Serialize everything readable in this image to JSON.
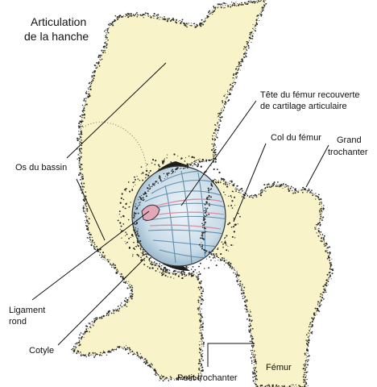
{
  "title": {
    "line1": "Articulation",
    "line2": "de la hanche"
  },
  "labels": {
    "tete_femur_line1": "Tête du fémur recouverte",
    "tete_femur_line2": "de cartilage articulaire",
    "col_femur": "Col du fémur",
    "grand_trochanter_line1": "Grand",
    "grand_trochanter_line2": "trochanter",
    "os_bassin": "Os du bassin",
    "ligament_rond_line1": "Ligament",
    "ligament_rond_line2": "rond",
    "cotyle": "Cotyle",
    "petit_trochanter": "Petit trochanter",
    "femur": "Fémur"
  },
  "colors": {
    "bone": "#f8f3c8",
    "bone_stipple": "#2b2b2b",
    "cartilage": "#cfe0ea",
    "cartilage_streak": "#5e8fb0",
    "ligament_pink": "#e0a0b4",
    "cavity_dark": "#1a1a1a"
  }
}
